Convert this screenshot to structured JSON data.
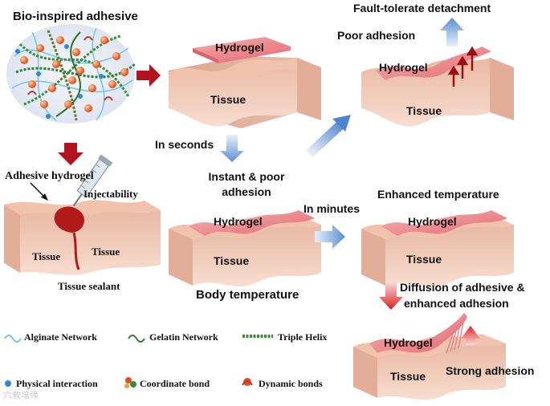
{
  "title": "Bio-inspired adhesive",
  "panels": {
    "top_middle": {
      "hydrogel": "Hydrogel",
      "tissue": "Tissue"
    },
    "top_right": {
      "heading1": "Fault-tolerate detachment",
      "heading2": "Poor adhesion",
      "hydrogel": "Hydrogel",
      "tissue": "Tissue"
    },
    "left": {
      "adhesive_hydrogel": "Adhesive hydrogel",
      "injectability": "Injectability",
      "tissue_a": "Tissue",
      "tissue_b": "Tissue",
      "caption": "Tissue sealant"
    },
    "center": {
      "in_seconds": "In seconds",
      "instant_line1": "Instant & poor",
      "instant_line2": "adhesion",
      "hydrogel": "Hydrogel",
      "tissue": "Tissue",
      "caption": "Body  temperature"
    },
    "middle_right": {
      "in_minutes": "In minutes",
      "heading": "Enhanced temperature",
      "hydrogel": "Hydrogel",
      "tissue": "Tissue"
    },
    "bottom_right": {
      "diffusion_line1": "Diffusion of adhesive &",
      "diffusion_line2": "enhanced adhesion",
      "hydrogel": "Hydrogel",
      "tissue": "Tissue",
      "strong": "Strong adhesion"
    }
  },
  "legend": {
    "alginate": "Alginate Network",
    "gelatin": "Gelatin Network",
    "triple_helix": "Triple Helix",
    "physical": "Physical interaction",
    "coordinate": "Coordinate bond",
    "dynamic": "Dynamic bonds"
  },
  "watermark": "六救培缘",
  "colors": {
    "red_arrow": "#b3121f",
    "blue_arrow": "#5b8fd1",
    "tissue": "#f3c9b4",
    "hydrogel": "#ee8a8e"
  }
}
